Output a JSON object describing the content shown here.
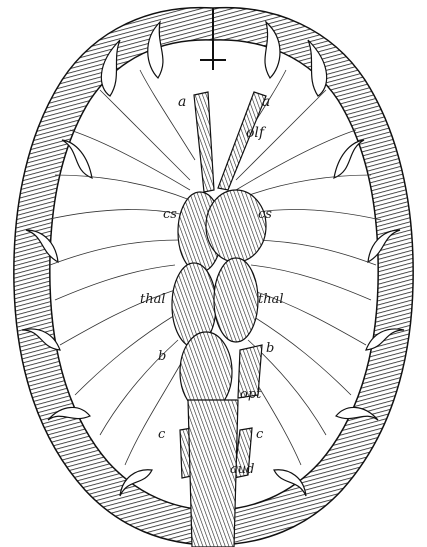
{
  "labels": {
    "a_left": "a",
    "a_right": "a",
    "olf": "olf",
    "cs_left": "cs",
    "cs_right": "cs",
    "thal_left": "thal",
    "thal_right": "thal",
    "b_left": "b",
    "b_right": "b",
    "opt": "opt",
    "c_left": "c",
    "c_right": "c",
    "aud": "aud"
  }
}
